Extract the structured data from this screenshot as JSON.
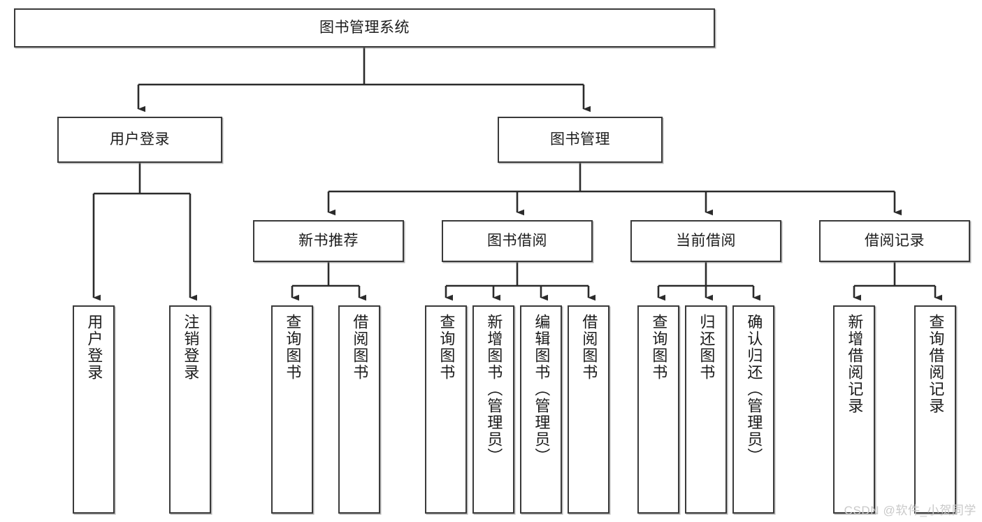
{
  "diagram": {
    "title": "图书管理系统",
    "type": "hierarchy-tree",
    "watermark": "CSDN @软件_小贺同学",
    "colors": {
      "box_stroke": "#3a3a3a",
      "box_fill": "#ffffff",
      "connector": "#2b2b2b",
      "text": "#1b1b1b",
      "watermark": "#c9c9c9"
    }
  },
  "nodes": {
    "root": {
      "label": "图书管理系统",
      "level": 1
    },
    "level2": [
      {
        "label": "用户登录",
        "level": 2
      },
      {
        "label": "图书管理",
        "level": 2
      }
    ],
    "level3": [
      {
        "label": "新书推荐",
        "level": 3
      },
      {
        "label": "图书借阅",
        "level": 3
      },
      {
        "label": "当前借阅",
        "level": 3
      },
      {
        "label": "借阅记录",
        "level": 3
      }
    ],
    "leaves": [
      {
        "label": "用户登录",
        "parent": "用户登录"
      },
      {
        "label": "注销登录",
        "parent": "用户登录"
      },
      {
        "label": "查询图书",
        "parent": "新书推荐"
      },
      {
        "label": "借阅图书",
        "parent": "新书推荐"
      },
      {
        "label": "查询图书",
        "parent": "图书借阅"
      },
      {
        "label": "新增图书（管理员）",
        "parent": "图书借阅"
      },
      {
        "label": "编辑图书（管理员）",
        "parent": "图书借阅"
      },
      {
        "label": "借阅图书",
        "parent": "图书借阅"
      },
      {
        "label": "查询图书",
        "parent": "当前借阅"
      },
      {
        "label": "归还图书",
        "parent": "当前借阅"
      },
      {
        "label": "确认归还（管理员）",
        "parent": "当前借阅"
      },
      {
        "label": "新增借阅记录",
        "parent": "借阅记录"
      },
      {
        "label": "查询借阅记录",
        "parent": "借阅记录"
      }
    ]
  }
}
